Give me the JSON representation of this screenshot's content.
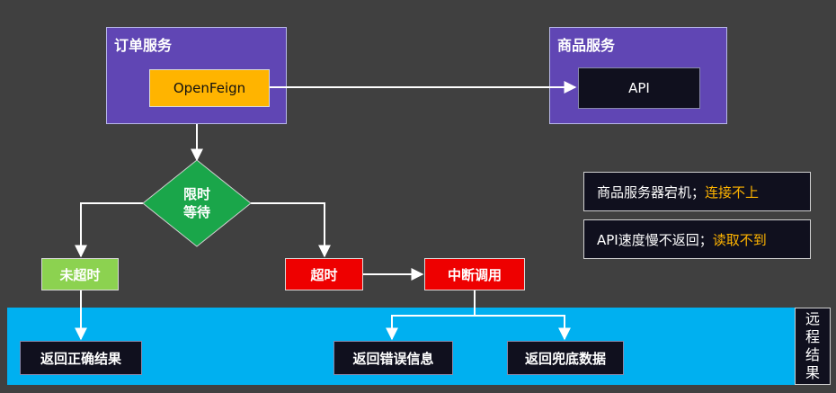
{
  "order_service": {
    "title": "订单服务",
    "component": "OpenFeign"
  },
  "product_service": {
    "title": "商品服务",
    "component": "API"
  },
  "decision": {
    "line1": "限时",
    "line2": "等待"
  },
  "not_timeout": "未超时",
  "timeout": "超时",
  "interrupt": "中断调用",
  "results": {
    "correct": "返回正确结果",
    "error": "返回错误信息",
    "fallback": "返回兜底数据",
    "label": [
      "远",
      "程",
      "结",
      "果"
    ]
  },
  "notes": [
    {
      "text": "商品服务器宕机；",
      "highlight": "连接不上"
    },
    {
      "text": "API速度慢不返回；",
      "highlight": "读取不到"
    }
  ],
  "colors": {
    "background": "#404040",
    "service_box": "#6046b4",
    "openfeign": "#ffb400",
    "decision": "#1aa64a",
    "timeout": "#ee0000",
    "not_timeout": "#8cd250",
    "result_band": "#00b0f0",
    "highlight": "#ffb400"
  }
}
